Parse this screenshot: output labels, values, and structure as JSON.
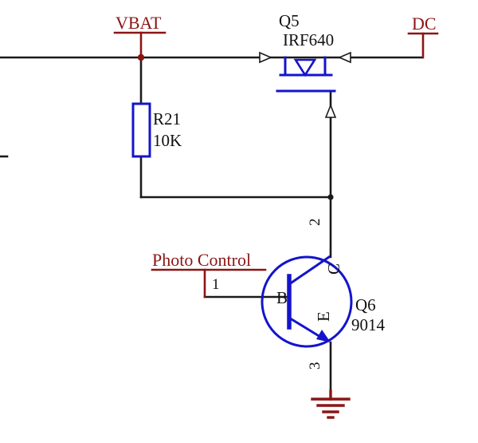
{
  "schematic": {
    "power_labels": {
      "vbat": "VBAT",
      "dc": "DC",
      "photo_control": "Photo Control"
    },
    "components": {
      "q5": {
        "refdes": "Q5",
        "part": "IRF640"
      },
      "r21": {
        "refdes": "R21",
        "value": "10K"
      },
      "q6": {
        "refdes": "Q6",
        "part": "9014"
      }
    },
    "pins": {
      "pin1": "1",
      "pin2": "2",
      "pin3": "3"
    },
    "terminals": {
      "base": "B",
      "collector": "C",
      "emitter": "E"
    }
  },
  "colors": {
    "wire": "#1a1a1a",
    "symbol": "#1414cc",
    "power": "#8b1515",
    "label": "#111111",
    "background": "#ffffff"
  }
}
